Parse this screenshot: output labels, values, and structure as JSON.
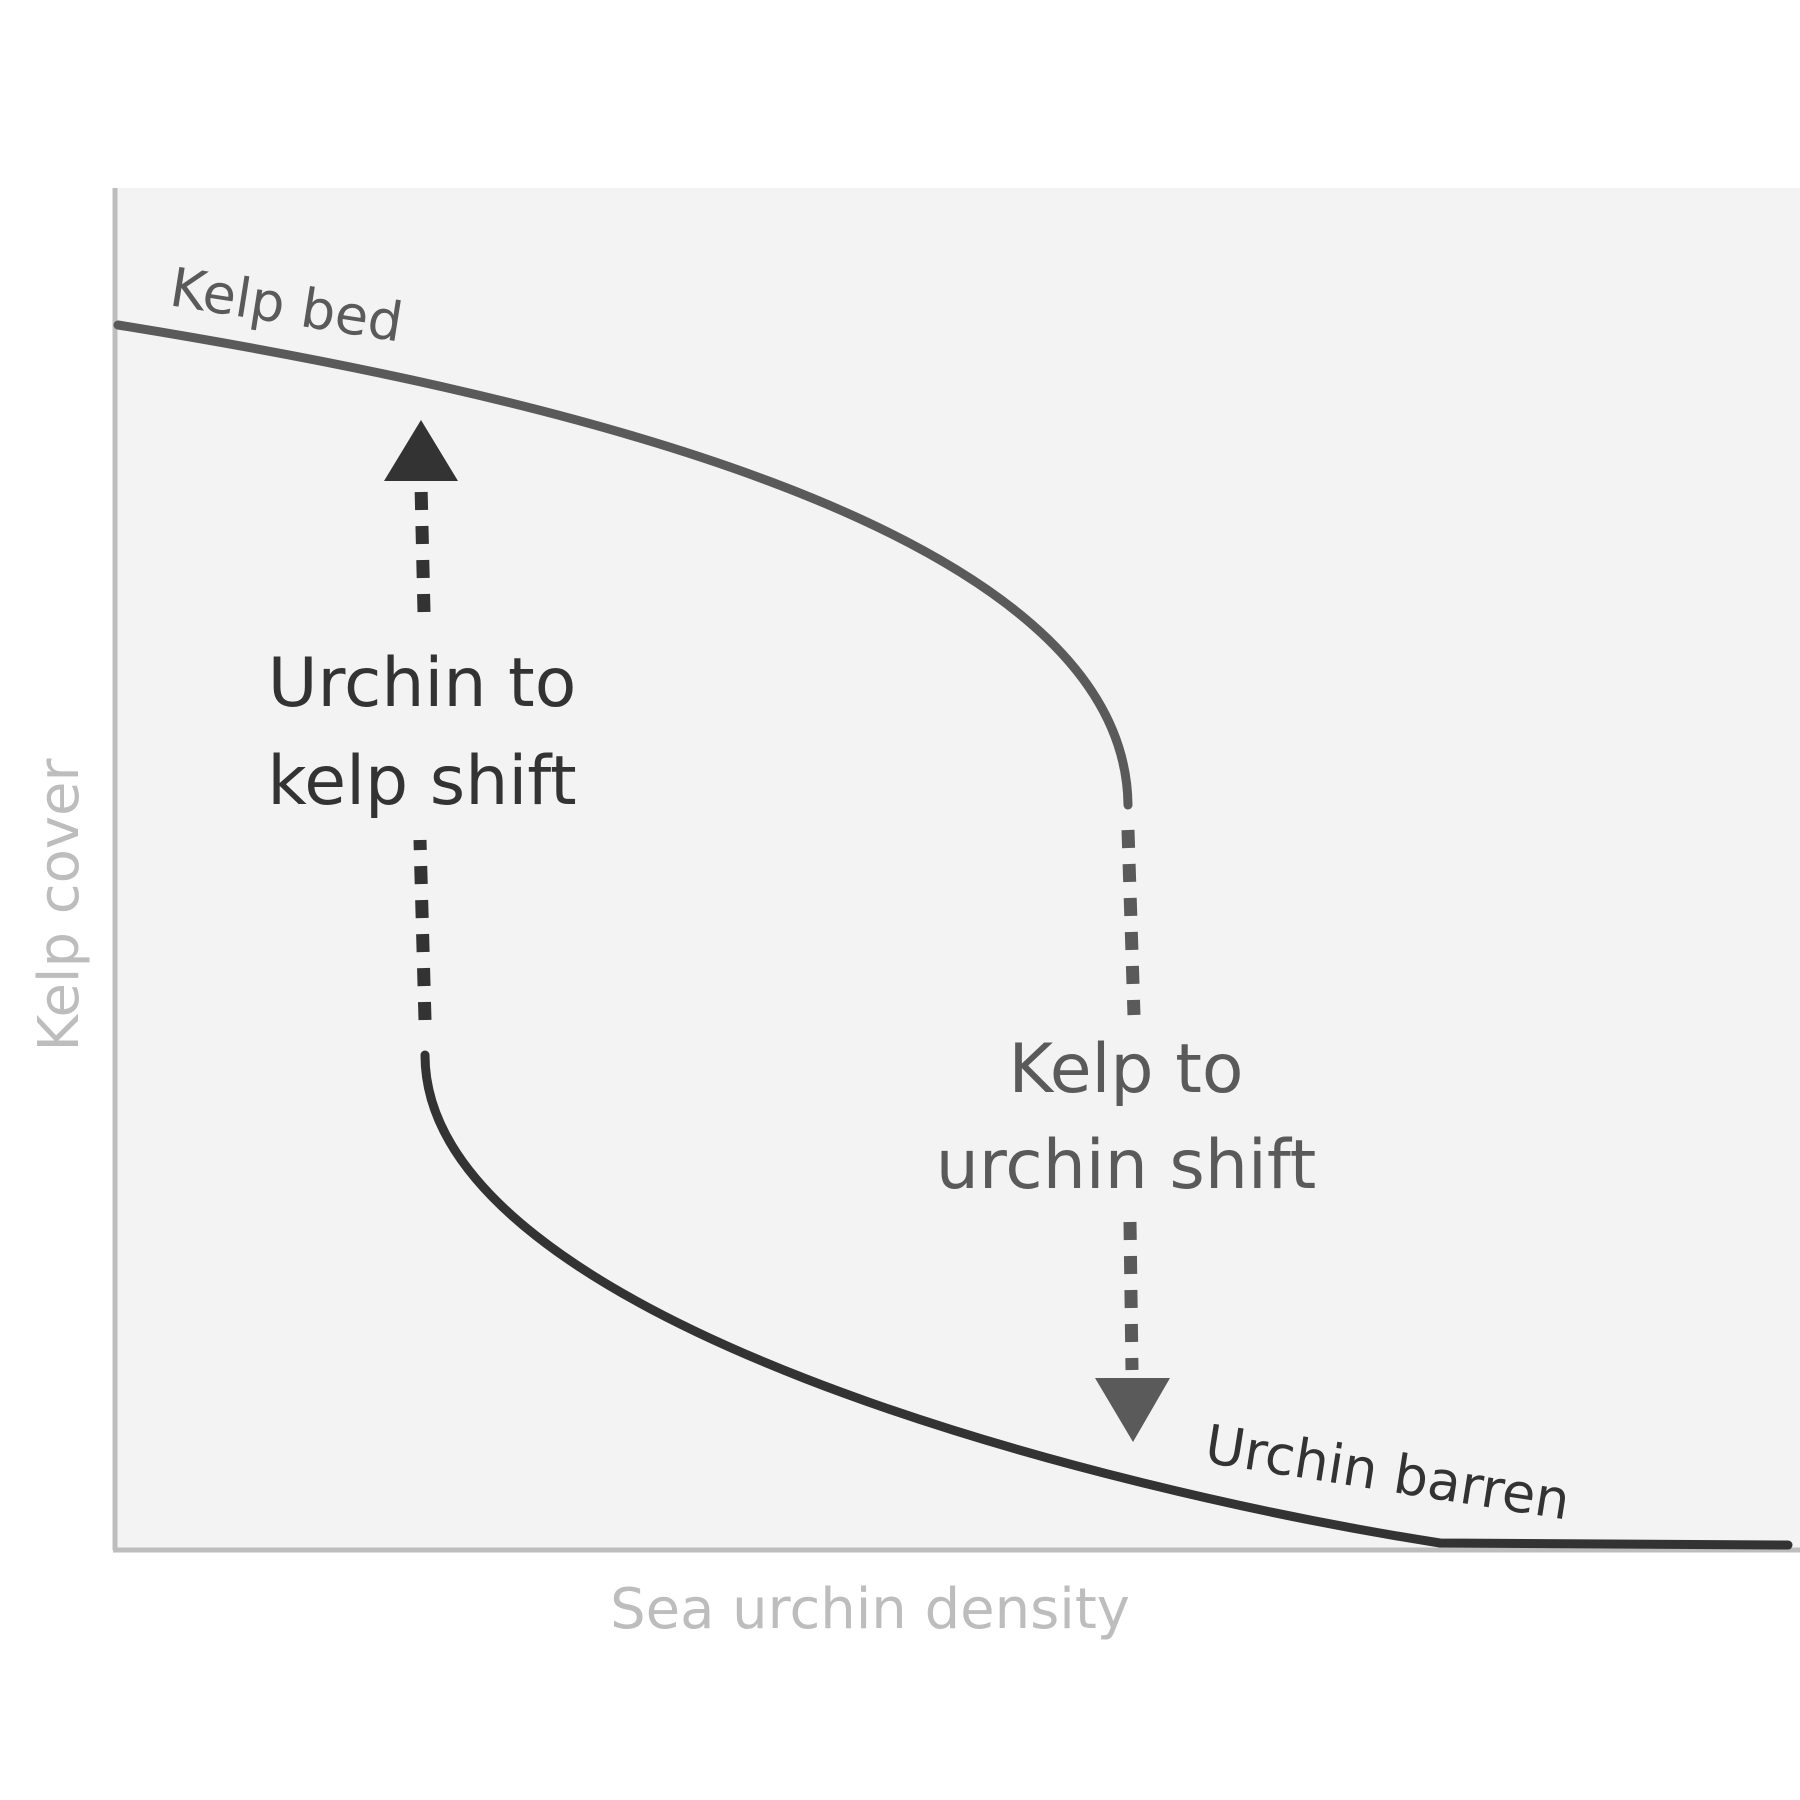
{
  "colors": {
    "background": "#ffffff",
    "plot_area": "#f3f3f3",
    "axis": "#bdbdbd",
    "axis_text": "#bdbdbd",
    "upper_branch": "#5a5a5a",
    "lower_branch": "#333333",
    "arrow_up": "#333333",
    "arrow_down": "#5a5a5a",
    "label_upper": "#5a5a5a",
    "label_lower": "#333333"
  },
  "axes": {
    "x_label": "Sea urchin density",
    "y_label": "Kelp cover"
  },
  "branches": {
    "upper": {
      "label": "Kelp bed"
    },
    "lower": {
      "label": "Urchin barren"
    }
  },
  "shifts": {
    "urchin_to_kelp": {
      "line1": "Urchin to",
      "line2": "kelp shift",
      "direction": "up"
    },
    "kelp_to_urchin": {
      "line1": "Kelp to",
      "line2": "urchin shift",
      "direction": "down"
    }
  }
}
